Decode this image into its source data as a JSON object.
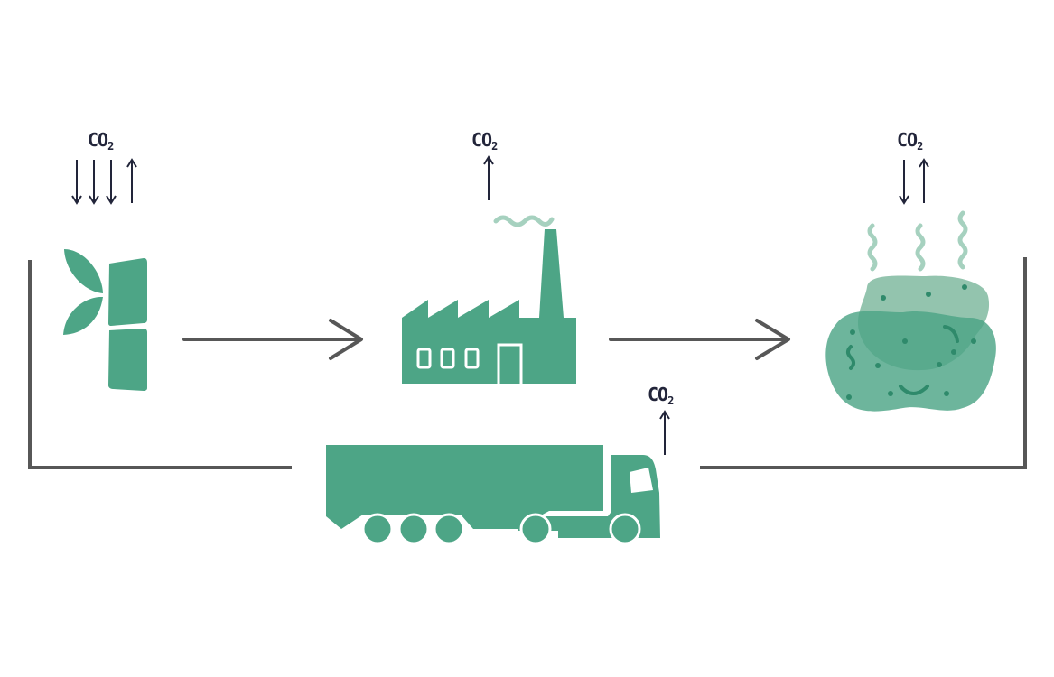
{
  "labels": {
    "plant": {
      "main": "CO",
      "sub": "2"
    },
    "factory": {
      "main": "CO",
      "sub": "2"
    },
    "landfill": {
      "main": "CO",
      "sub": "2"
    },
    "truck": {
      "main": "CO",
      "sub": "2"
    }
  },
  "colors": {
    "primary_green": "#4da586",
    "light_green": "#a6d1bf",
    "pale_green": "#93c4ae",
    "line_gray": "#575757",
    "co2_navy": "#22253a"
  },
  "icons": [
    "plant-icon",
    "factory-icon",
    "landfill-icon",
    "truck-icon"
  ]
}
